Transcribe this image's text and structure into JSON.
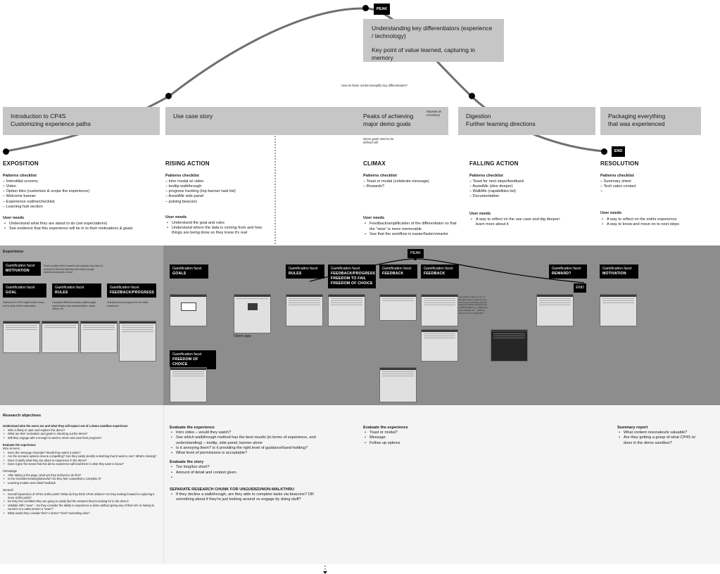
{
  "peak_label": "PEAK",
  "end_label": "END",
  "peak_box": {
    "line1": "Understanding key differentiators (experience / technology)",
    "line2": "Key point of value learned, capturing in memory"
  },
  "question_note": "How do these reinforce/amplify key differentiators?",
  "stages": [
    {
      "line1": "Introduction to CP4S",
      "line2": "Customizing experience paths"
    },
    {
      "line1": "Use case story",
      "line2": ""
    },
    {
      "line1": "Peaks of achieving",
      "line2": "major demo goals"
    },
    {
      "line1": "Digestion",
      "line2": "Further learning directions"
    },
    {
      "line1": "Packaging everything",
      "line2": "that was experienced"
    }
  ],
  "repeats_note": "Repeats as necessary",
  "demo_goals_note": "Demo goals need to be defined still",
  "sections": {
    "exposition": {
      "title": "EXPOSITION",
      "patterns_title": "Patterns checklist",
      "patterns": [
        "– Interstitial screens",
        "– Video",
        "– Option tiles (customize & scope the experience)",
        "– Welcome banner",
        "– Experience outline/checklist",
        "– Learning hub section"
      ],
      "needs_title": "User needs",
      "needs": [
        "Understand what they are about to do (set expectations)",
        "See evidence that this experience will tie in to their motivations & goals"
      ]
    },
    "rising": {
      "title": "RISING ACTION",
      "patterns_title": "Patterns checklist",
      "patterns": [
        "– intro modal w/ video",
        "– tooltip walkthrough",
        "– progress tracking (top banner task list)",
        "– AssistMe side panel",
        "– pulsing beacons"
      ],
      "needs_title": "User needs",
      "needs": [
        "Understand the goal and rules",
        "Understand where the data is coming from and how things are being done so they know it's real"
      ]
    },
    "climax": {
      "title": "CLIMAX",
      "patterns_title": "Patterns checklist",
      "patterns": [
        "– Toast or modal (celebrate message)",
        "– Rewards?"
      ],
      "needs_title": "User needs",
      "needs": [
        "Feedback/amplification of the differentiator so that the \"wow\" is more memorable",
        "See that the workflow is easier/faster/smarter"
      ]
    },
    "falling": {
      "title": "FALLING ACTION",
      "patterns_title": "Patterns checklist",
      "patterns": [
        "– Toast for next steps/feedback",
        "– AssistMe (dive deeper)",
        "– WalkMe (capabilities list)",
        "– Documentation"
      ],
      "needs_title": "User needs",
      "needs": [
        "A way to reflect on the use case and dig deeper/ learn more about it"
      ]
    },
    "resolution": {
      "title": "RESOLUTION",
      "patterns_title": "Patterns checklist",
      "patterns": [
        "– Summary sheet",
        "– Tech sales contact",
        "–"
      ],
      "needs_title": "User needs",
      "needs": [
        "A way to reflect on the entire experience",
        "A way to know and move on to next steps"
      ]
    }
  },
  "experience": {
    "label": "Experience",
    "facet_prefix": "Gamification facet",
    "motivation_note": "Find a solution that is smarter and requests less labor to account for the fact that they don't have enough experienced people or time.",
    "goal_note": "Determine if CP4S might fit their needs and is worth further exploration.",
    "rules_note": "Complete different scenario walkthroughs and/or tasks, read documentation, watch videos, etc.",
    "fb_note": "Checklist shows progress for the entire experience.",
    "facets": {
      "motivation": "MOTIVATION",
      "goal": "GOAL",
      "rules": "RULES",
      "fb_progress": "FEEDBACK/PROGRESS",
      "goals": "GOALS",
      "rules2": "RULES",
      "fb_fail": "FEEDBACK/PROGRESS FREEDOM TO FAIL FREEDOM OF CHOICE",
      "feedback1": "FEEDBACK",
      "feedback2": "FEEDBACK",
      "reward": "REWARD?",
      "motivation2": "MOTIVATION",
      "freedom": "FREEDOM OF CHOICE"
    },
    "open_app": "Open app",
    "mid_note": "Get options: there is a lot of documentation inside the tool for the key technology (SOAR features) without learning how workflow tasks (e.g. playbooks, case builder) are ... thinking about you can understand."
  },
  "research": {
    "title": "Research objectives",
    "left": [
      {
        "h": "Understand who the users are and what they will expect out of a demo sandbox experience",
        "items": [
          "Who is likely to open and explore this demo?",
          "What are their motivation and goals in checking out the demo?",
          "Will they engage with it enough to want to return and save their progress?"
        ]
      },
      {
        "h": "Evaluate the experience",
        "sub": "Intro screens:",
        "items": [
          "Does the message resonate? Would they watch a video?",
          "Are the scenario options clear & compelling? Can they easily identify something they'd want to see? What's missing?",
          "Does it clarify what they are about to experience in the demo?",
          "Does it give the sense that this demo experience will lead them to what they want to know?"
        ]
      },
      {
        "sub": "Homepage",
        "items": [
          "After taking in the page, what are they inclined to do first?",
          "Is the checklist meaningful/useful? Do they feel compelled to complete it?",
          "Learning module area initial feedback"
        ]
      },
      {
        "sub": "General",
        "items": [
          "Overall impression of CP4S at this point? What do they think CP4S is/does? Are they looking forward to exploring it more at this point?",
          "Do they feel confident they are going to easily find the answers they're looking for in the demo?",
          "Validate Hill's \"wow\" – Do they consider the ability to experience a demo without giving any of their info or having to connect to a sales person a \"wow\"?",
          "What would they consider this? A demo? Trial? Something else?"
        ]
      }
    ],
    "rising": [
      {
        "h": "Evaluate the experience",
        "items": [
          "Intro video – would they watch?",
          "See which walkthrough method has the best results (in terms of experience, and understanding) – tooltip, side panel, banner alone",
          "Is it annoying them? Is it providing the right level of guidance/hand-holding?",
          "What level of permissions is acceptable?"
        ]
      },
      {
        "h": "Evaluate the story",
        "items": [
          "Too long/too short?",
          "Amount of detail and context given",
          ""
        ]
      },
      {
        "h": "SEPARATE RESEARCH CHUNK FOR UNGUIDED/NON-WALKTHRU",
        "items": [
          "If they decline a walkthrough, are they able to complete tasks via beacons? OR something about if they're just looking around vs engage by doing stuff?"
        ]
      }
    ],
    "climax": [
      {
        "h": "Evaluate the experience",
        "items": [
          "Toast or modal?",
          "Message",
          "Follow up options"
        ]
      }
    ],
    "resolution": [
      {
        "h": "Summary report",
        "items": [
          "What content resonates/is valuable?",
          "Are they getting a grasp of what CP4S is/ does in the demo sandbox?"
        ]
      }
    ]
  }
}
